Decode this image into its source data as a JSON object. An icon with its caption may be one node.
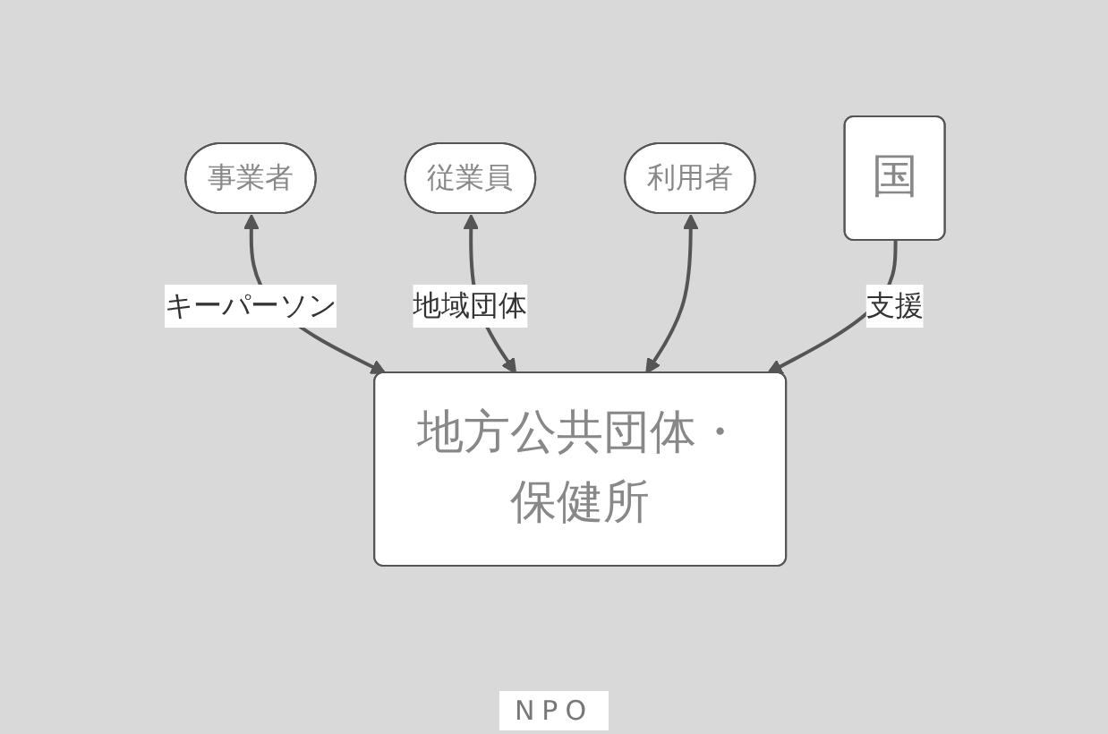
{
  "diagram": {
    "nodes": [
      {
        "text": [
          "事業者"
        ]
      },
      {
        "text": [
          "従業員"
        ]
      },
      {
        "text": [
          "利用者"
        ]
      },
      {
        "text": [
          "国"
        ]
      },
      {
        "text": [
          "地方公共団体・保健所"
        ]
      }
    ],
    "edges": [
      {
        "from": 0,
        "to": 4,
        "arrow": "both",
        "label": "キーパーソン"
      },
      {
        "from": 1,
        "to": 4,
        "arrow": "both",
        "label": "地域団体"
      },
      {
        "from": 2,
        "to": 4,
        "arrow": "both"
      },
      {
        "from": 3,
        "to": 4,
        "arrow": "to",
        "label": "支援"
      }
    ],
    "labels": [
      "NPO"
    ]
  }
}
